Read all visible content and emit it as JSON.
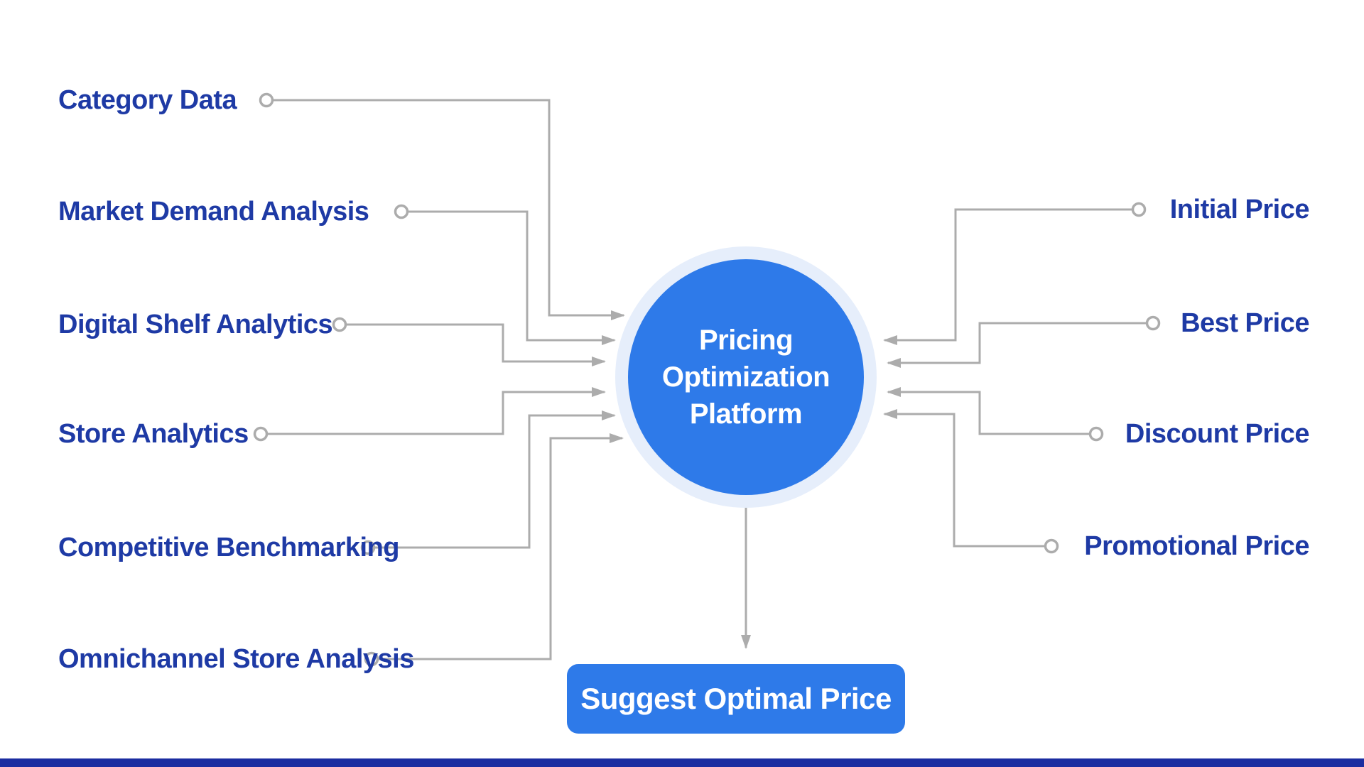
{
  "diagram": {
    "center_node": {
      "line1": "Pricing",
      "line2": "Optimization",
      "line3": "Platform"
    },
    "inputs": [
      {
        "label": "Category Data"
      },
      {
        "label": "Market Demand Analysis"
      },
      {
        "label": "Digital Shelf Analytics"
      },
      {
        "label": "Store Analytics"
      },
      {
        "label": "Competitive Benchmarking"
      },
      {
        "label": "Omnichannel Store Analysis"
      }
    ],
    "outputs": [
      {
        "label": "Initial Price"
      },
      {
        "label": "Best Price"
      },
      {
        "label": "Discount Price"
      },
      {
        "label": "Promotional Price"
      }
    ],
    "button": {
      "label": "Suggest Optimal Price"
    }
  },
  "colors": {
    "node_blue": "#2E7AE9",
    "node_halo": "#E6EEFB",
    "label_navy": "#1E3AA5",
    "connector_gray": "#ACACAC",
    "footer_navy": "#1B2DA0",
    "button_blue": "#2E7AE9",
    "text_white": "#FFFFFF"
  }
}
